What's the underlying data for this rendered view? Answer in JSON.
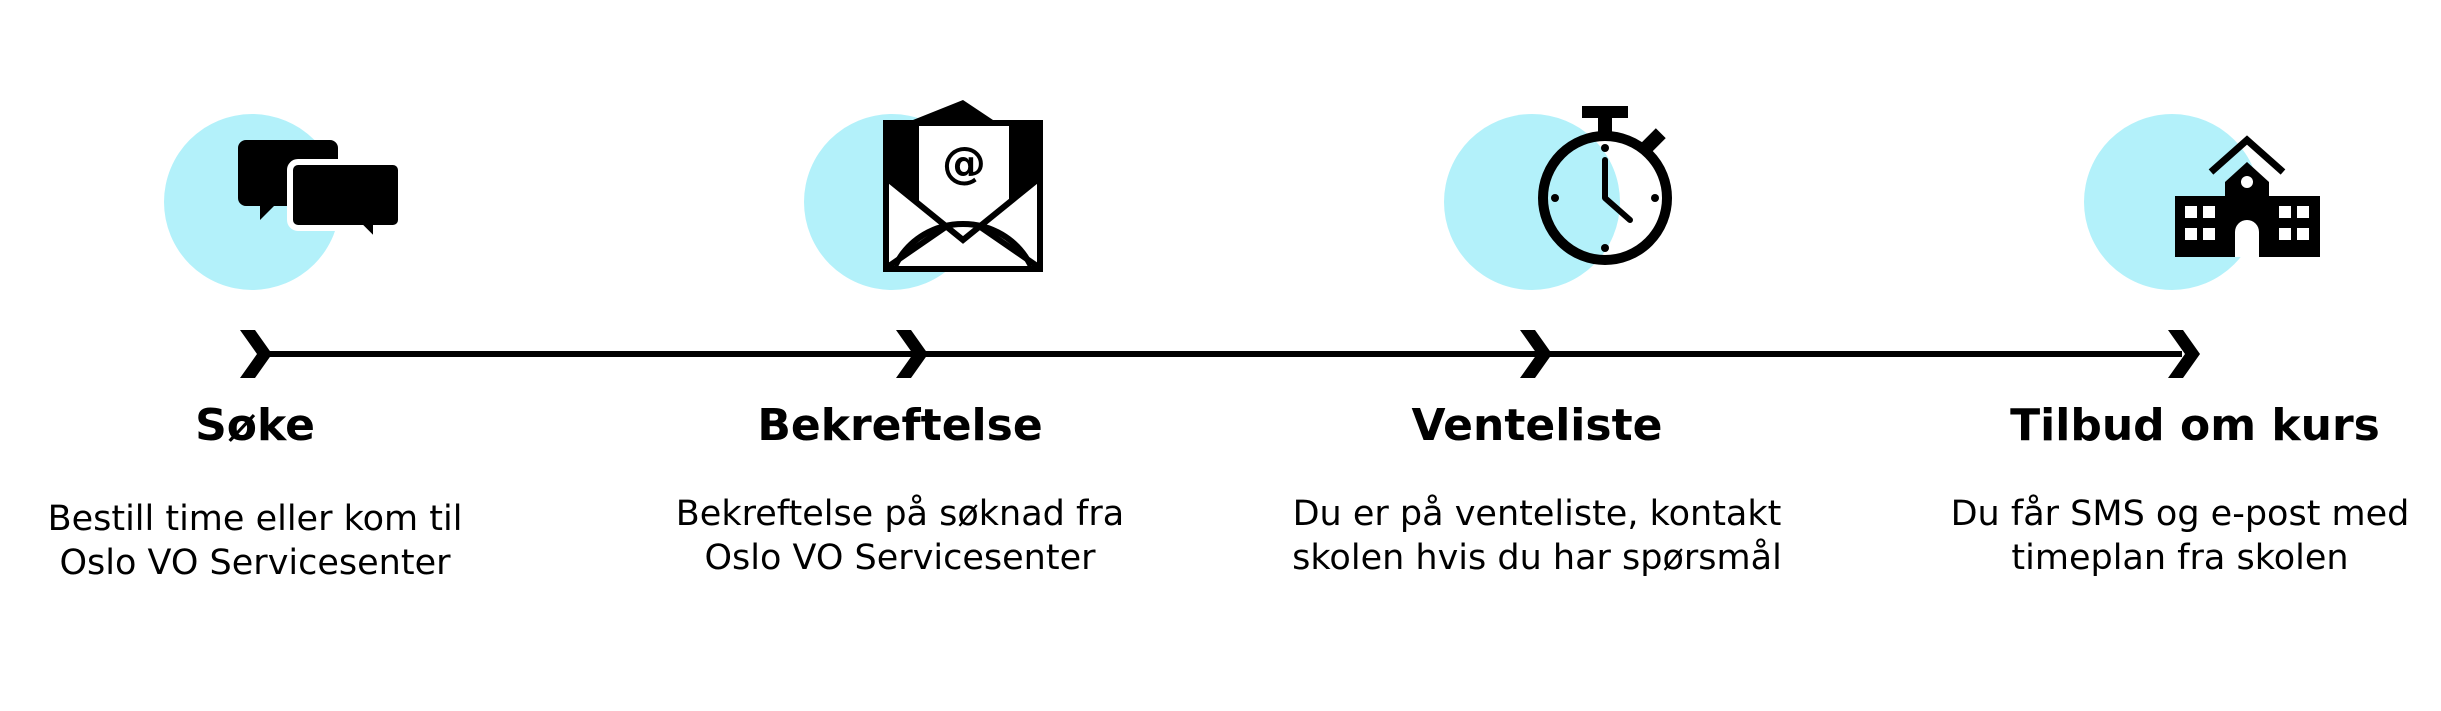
{
  "colors": {
    "accent_circle": "#b3f1fa",
    "ink": "#000000",
    "background": "#ffffff"
  },
  "steps": [
    {
      "icon": "chat-bubbles-icon",
      "title": "Søke",
      "desc_line1": "Bestill time eller kom til",
      "desc_line2": "Oslo VO Servicesenter"
    },
    {
      "icon": "open-envelope-email-icon",
      "title": "Bekreftelse",
      "desc_line1": "Bekreftelse på søknad fra",
      "desc_line2": "Oslo VO Servicesenter"
    },
    {
      "icon": "stopwatch-icon",
      "title": "Venteliste",
      "desc_line1": "Du er på venteliste, kontakt",
      "desc_line2": "skolen hvis du har spørsmål"
    },
    {
      "icon": "school-building-icon",
      "title": "Tilbud om kurs",
      "desc_line1": "Du får SMS og e-post med",
      "desc_line2": "timeplan fra skolen"
    }
  ]
}
